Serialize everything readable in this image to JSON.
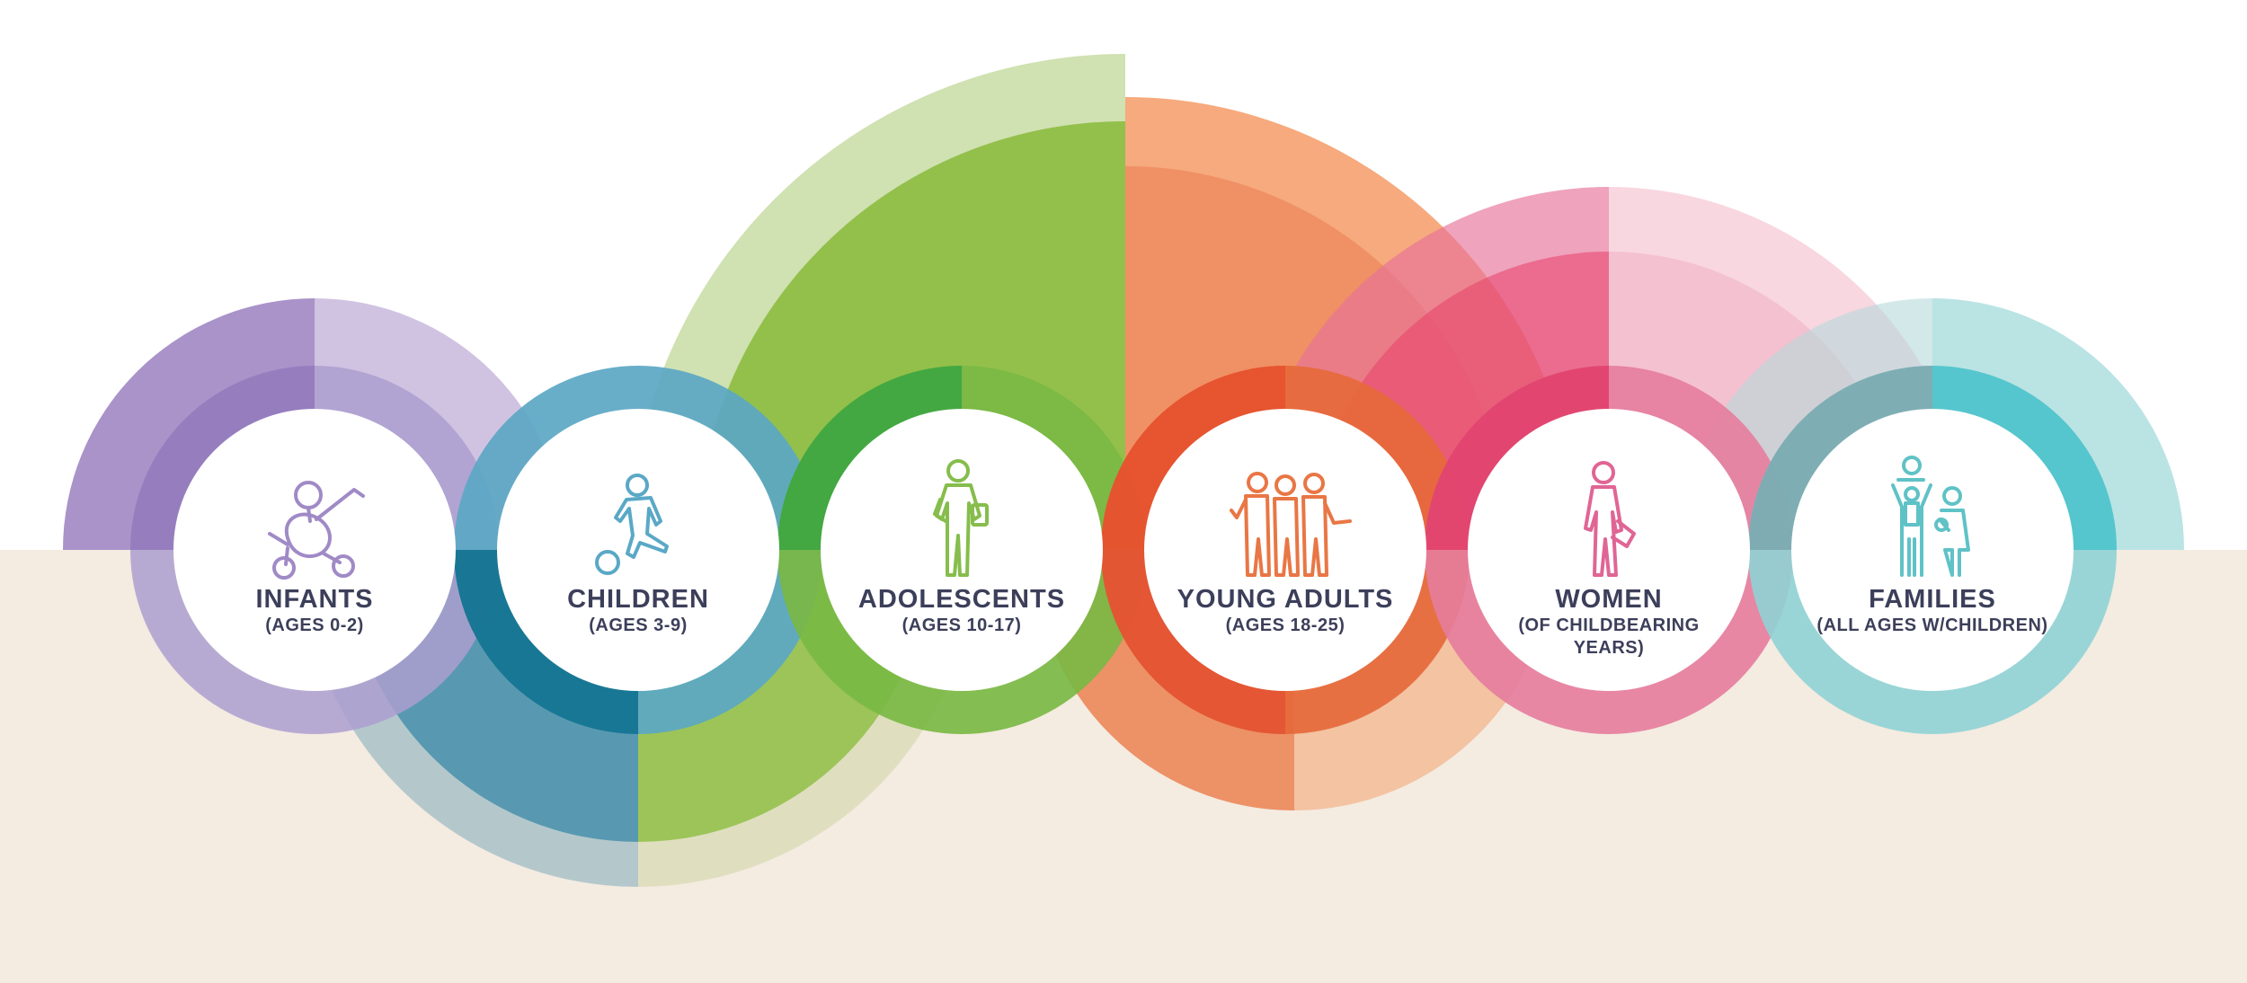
{
  "colors": {
    "background_top": "#ffffff",
    "background_bottom": "#f4ebe1",
    "label_text": "#3c3f5a"
  },
  "segments": [
    {
      "title": "INFANTS",
      "subtitle": "(AGES 0-2)",
      "icon": "stroller-icon",
      "color": "#9b7fc0"
    },
    {
      "title": "CHILDREN",
      "subtitle": "(AGES 3-9)",
      "icon": "child-with-ball-icon",
      "color": "#4e9cbe"
    },
    {
      "title": "ADOLESCENTS",
      "subtitle": "(AGES 10-17)",
      "icon": "adolescent-icon",
      "color": "#8fc04a"
    },
    {
      "title": "YOUNG ADULTS",
      "subtitle": "(AGES 18-25)",
      "icon": "group-icon",
      "color": "#ec6f3c"
    },
    {
      "title": "WOMEN",
      "subtitle": "(OF CHILDBEARING YEARS)",
      "icon": "woman-icon",
      "color": "#e4729a"
    },
    {
      "title": "FAMILIES",
      "subtitle": "(ALL AGES W/CHILDREN)",
      "icon": "family-icon",
      "color": "#70c9cc"
    }
  ]
}
